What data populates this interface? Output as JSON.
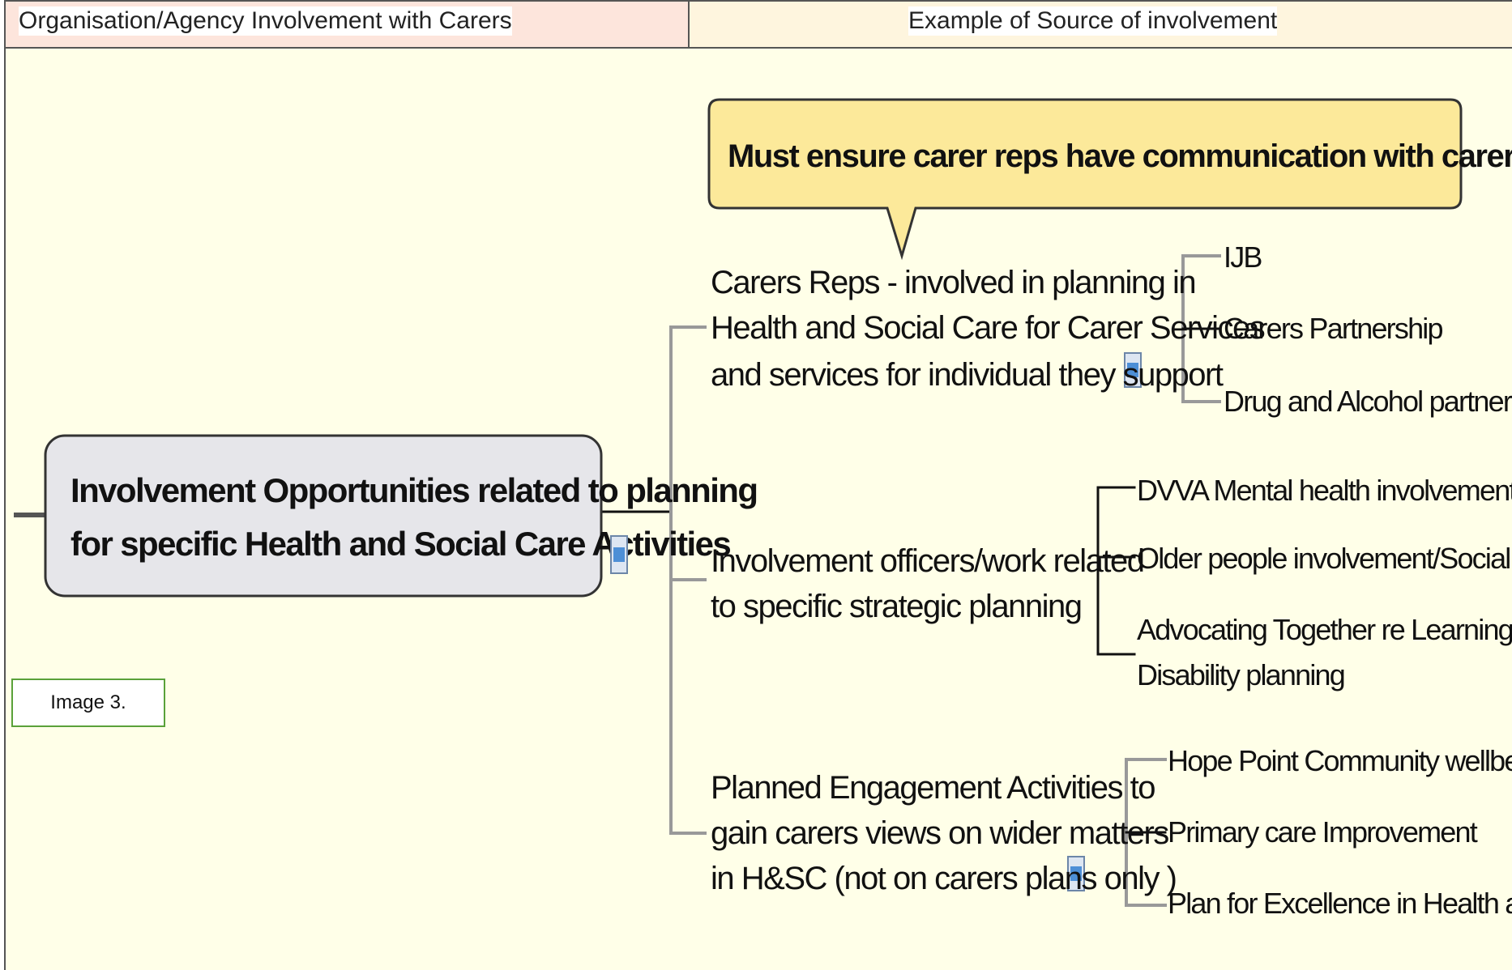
{
  "header": {
    "left": "Organisation/Agency Involvement with Carers",
    "right": "Example of Source of involvement"
  },
  "callout": "Must ensure carer reps have communication with carers & support",
  "central_topic": {
    "line1": "Involvement Opportunities related to planning",
    "line2": "for specific Health and Social Care Activities"
  },
  "branches": [
    {
      "lines": [
        "Carers Reps  - involved in planning in",
        "Health and Social Care for Carer Services",
        "and services for individual they support"
      ],
      "items": [
        "IJB",
        "Carers Partnership",
        "Drug and Alcohol partnership"
      ]
    },
    {
      "lines": [
        "Involvement officers/work  related",
        "to specific strategic planning"
      ],
      "items": [
        "DVVA Mental health involvement",
        "Older people involvement/Social Isolation",
        "Advocating Together re Learning",
        "Disability planning"
      ]
    },
    {
      "lines": [
        "Planned Engagement Activities to",
        "gain carers views on wider matters",
        "in H&SC (not on carers plans only )"
      ],
      "items": [
        "Hope Point Community wellbeing centre",
        "Primary care Improvement",
        "Plan for Excellence in Health and Care"
      ]
    }
  ],
  "image_label": "Image 3.",
  "colors": {
    "callout_fill": "#fce99a",
    "central_fill": "#e6e6ea",
    "canvas": "#ffffe8"
  }
}
